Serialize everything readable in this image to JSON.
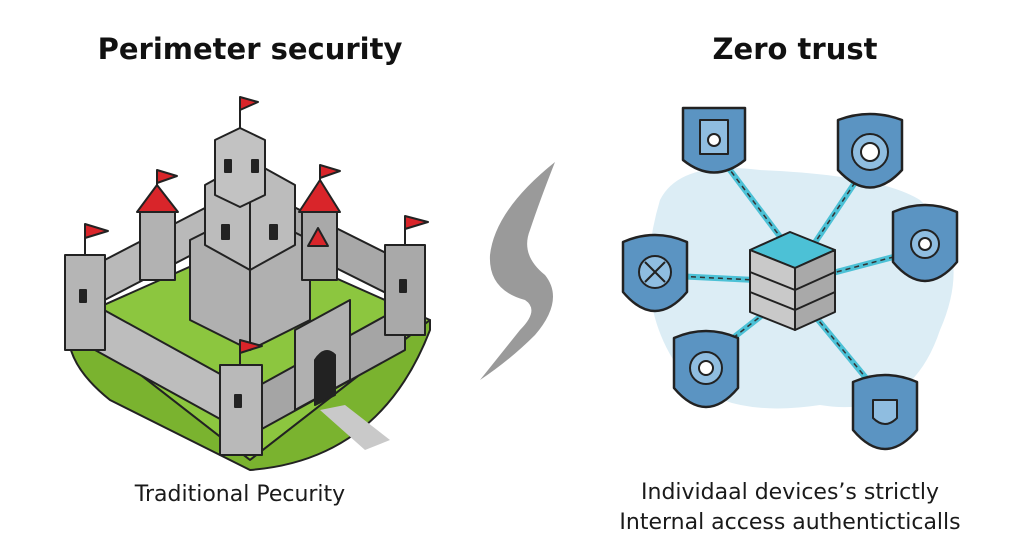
{
  "left_panel": {
    "title": "Perimeter security",
    "caption": "Traditional Pecurity",
    "illustration": "castle-icon"
  },
  "divider": {
    "icon": "lightning-split-icon"
  },
  "right_panel": {
    "title": "Zero trust",
    "caption_line1": "Individaal devices’s strictly",
    "caption_line2": "Internal access authenticticalls",
    "illustration": "network-hub-icon",
    "shields": [
      "device-icon",
      "target-icon",
      "sun-icon",
      "arrows-icon",
      "refresh-icon",
      "shield-badge-icon"
    ]
  },
  "colors": {
    "stone": "#b9b9b9",
    "stone_dark": "#8a8a8a",
    "grass": "#8cc63f",
    "roof": "#d9252a",
    "shield": "#5b94c2",
    "shield_light": "#8fbde0",
    "hub": "#4cc1d6",
    "halo": "#dcedf5",
    "divider": "#9a9a9a"
  }
}
